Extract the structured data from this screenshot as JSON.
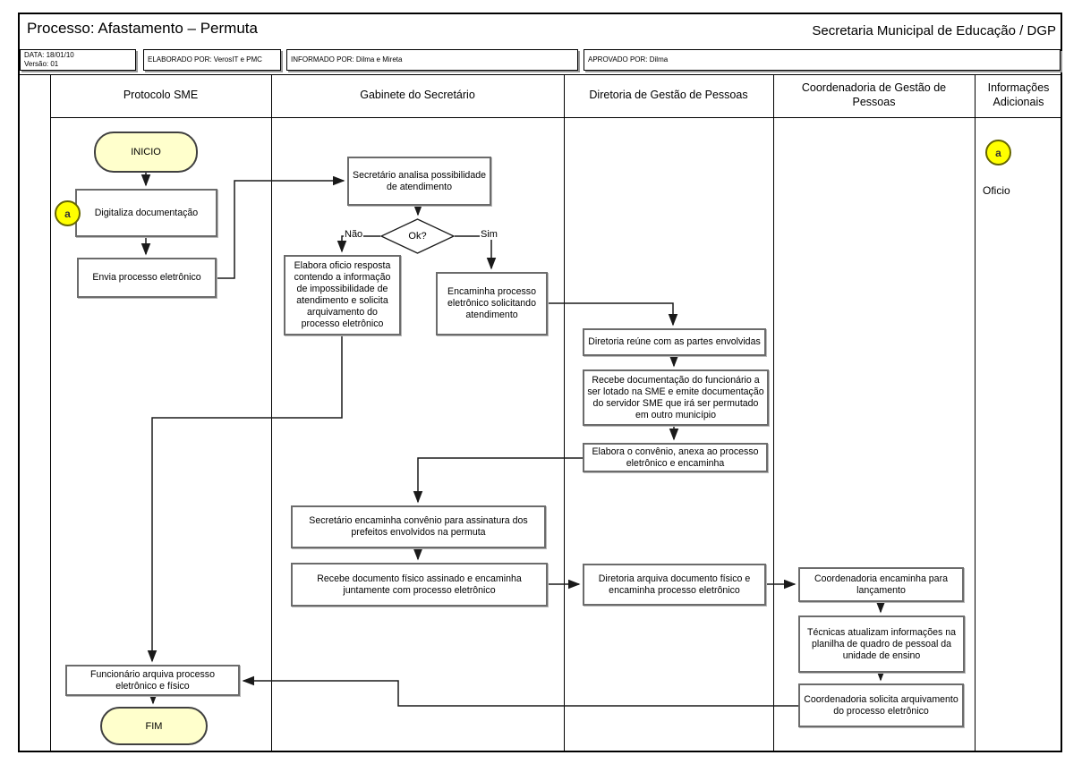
{
  "header": {
    "title": "Processo: Afastamento – Permuta",
    "organization": "Secretaria Municipal de Educação / DGP",
    "meta": {
      "date": "DATA: 18/01/10",
      "version": "Versão: 01",
      "elaborado": "ELABORADO POR: VerosIT e PMC",
      "informado": "INFORMADO POR: Dilma e Mireta",
      "aprovado": "APROVADO POR:  Dilma"
    }
  },
  "lanes": [
    {
      "label": "Protocolo SME"
    },
    {
      "label": "Gabinete do Secretário"
    },
    {
      "label": "Diretoria de Gestão de Pessoas"
    },
    {
      "label": "Coordenadoria de Gestão de Pessoas"
    },
    {
      "label": "Informações Adicionais"
    }
  ],
  "nodes": {
    "inicio": "INICIO",
    "digitaliza": "Digitaliza documentação",
    "envia": "Envia processo eletrônico",
    "secretario_analisa": "Secretário analisa possibilidade de atendimento",
    "elabora_oficio": "Elabora oficio resposta contendo a informação de impossibilidade de atendimento e solicita arquivamento do processo eletrônico",
    "encaminha_solicitando": "Encaminha processo eletrônico solicitando atendimento",
    "diretoria_reune": "Diretoria reúne com as partes envolvidas",
    "recebe_documentacao": "Recebe documentação do funcionário a ser lotado na SME e emite documentação do servidor SME que irá ser permutado em outro município",
    "elabora_convenio": "Elabora o convênio, anexa ao processo eletrônico e encaminha",
    "secretario_encaminha": "Secretário encaminha convênio para assinatura dos prefeitos envolvidos na permuta",
    "recebe_documento": "Recebe documento físico assinado e encaminha juntamente com processo eletrônico",
    "diretoria_arquiva": "Diretoria arquiva documento físico e encaminha processo eletrônico",
    "coordenadoria_encaminha": "Coordenadoria encaminha para lançamento",
    "tecnicas_atualizam": "Técnicas atualizam informações na planilha de quadro de pessoal da unidade de ensino",
    "coordenadoria_solicita": "Coordenadoria solicita arquivamento do processo eletrônico",
    "funcionario_arquiva": "Funcionário arquiva processo eletrônico e físico",
    "fim": "FIM"
  },
  "decision": {
    "ok": "Ok?",
    "yes": "Sim",
    "no": "Não"
  },
  "annotations": {
    "marker": "a",
    "oficio": "Oficio"
  },
  "colors": {
    "terminator_fill": "#ffffcc",
    "marker_fill": "#ffff00",
    "line": "#1a1a1a"
  }
}
